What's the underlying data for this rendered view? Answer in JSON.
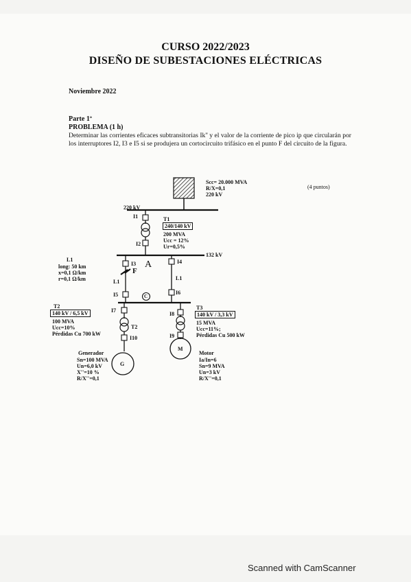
{
  "header": {
    "course": "CURSO 2022/2023",
    "subject": "DISEÑO DE SUBESTACIONES ELÉCTRICAS",
    "date": "Noviembre 2022"
  },
  "problem": {
    "part": "Parte 1ª",
    "title": "PROBLEMA (1 h)",
    "statement": "Determinar las corrientes eficaces subtransitorias Ik'' y el valor de la corriente de pico ip que circularán por los interruptores I2, I3 e I5 si se produjera un cortocircuito trifásico en el punto F del circuito de la figura.",
    "points": "(4 puntos)"
  },
  "diagram": {
    "grid": [
      "Scc= 20.000 MVA",
      "R/X=0,1",
      "220 kV"
    ],
    "bus_220": "220 kV",
    "bus_132": "132 kV",
    "breakers": {
      "i1": "I1",
      "i2": "I2",
      "i3": "I3",
      "i4": "I4",
      "i5": "I5",
      "i6": "I6",
      "i7": "I7",
      "i8": "I8",
      "i9": "I9",
      "i10": "I10"
    },
    "t1": {
      "name": "T1",
      "ratio": "240/140 kV",
      "params": [
        "200 MVA",
        "Ucc = 12%",
        "Ur=0,5%"
      ]
    },
    "line": {
      "name": "L1",
      "params": [
        "long: 50 km",
        "x=0,1 Ω/km",
        "r=0,1 Ω/km"
      ],
      "label_left": "L1",
      "label_right": "L1"
    },
    "fault": "F",
    "point_a": "A",
    "point_c": "C",
    "t2": {
      "name": "T2",
      "ratio": "140 kV / 6,5 kV",
      "params": [
        "100 MVA",
        "Ucc=10%",
        "Pérdidas Cu 700 kW"
      ],
      "tag": "T2"
    },
    "t3": {
      "name": "T3",
      "ratio": "140 kV / 3,3 kV",
      "params": [
        "15 MVA",
        "Ucc=11%;",
        "Pérdidas Cu 500 kW"
      ]
    },
    "generator": {
      "title": "Generador",
      "symbol": "G",
      "params": [
        "Sn=100 MVA",
        "Un=6,0 kV",
        "X''=10 %",
        "R/X''=0,1"
      ]
    },
    "motor": {
      "title": "Motor",
      "symbol": "M",
      "params": [
        "Ia/In=6",
        "Sn=9 MVA",
        "Un=3 kV",
        "R/X''=0,1"
      ]
    }
  },
  "footer": "Scanned with CamScanner"
}
